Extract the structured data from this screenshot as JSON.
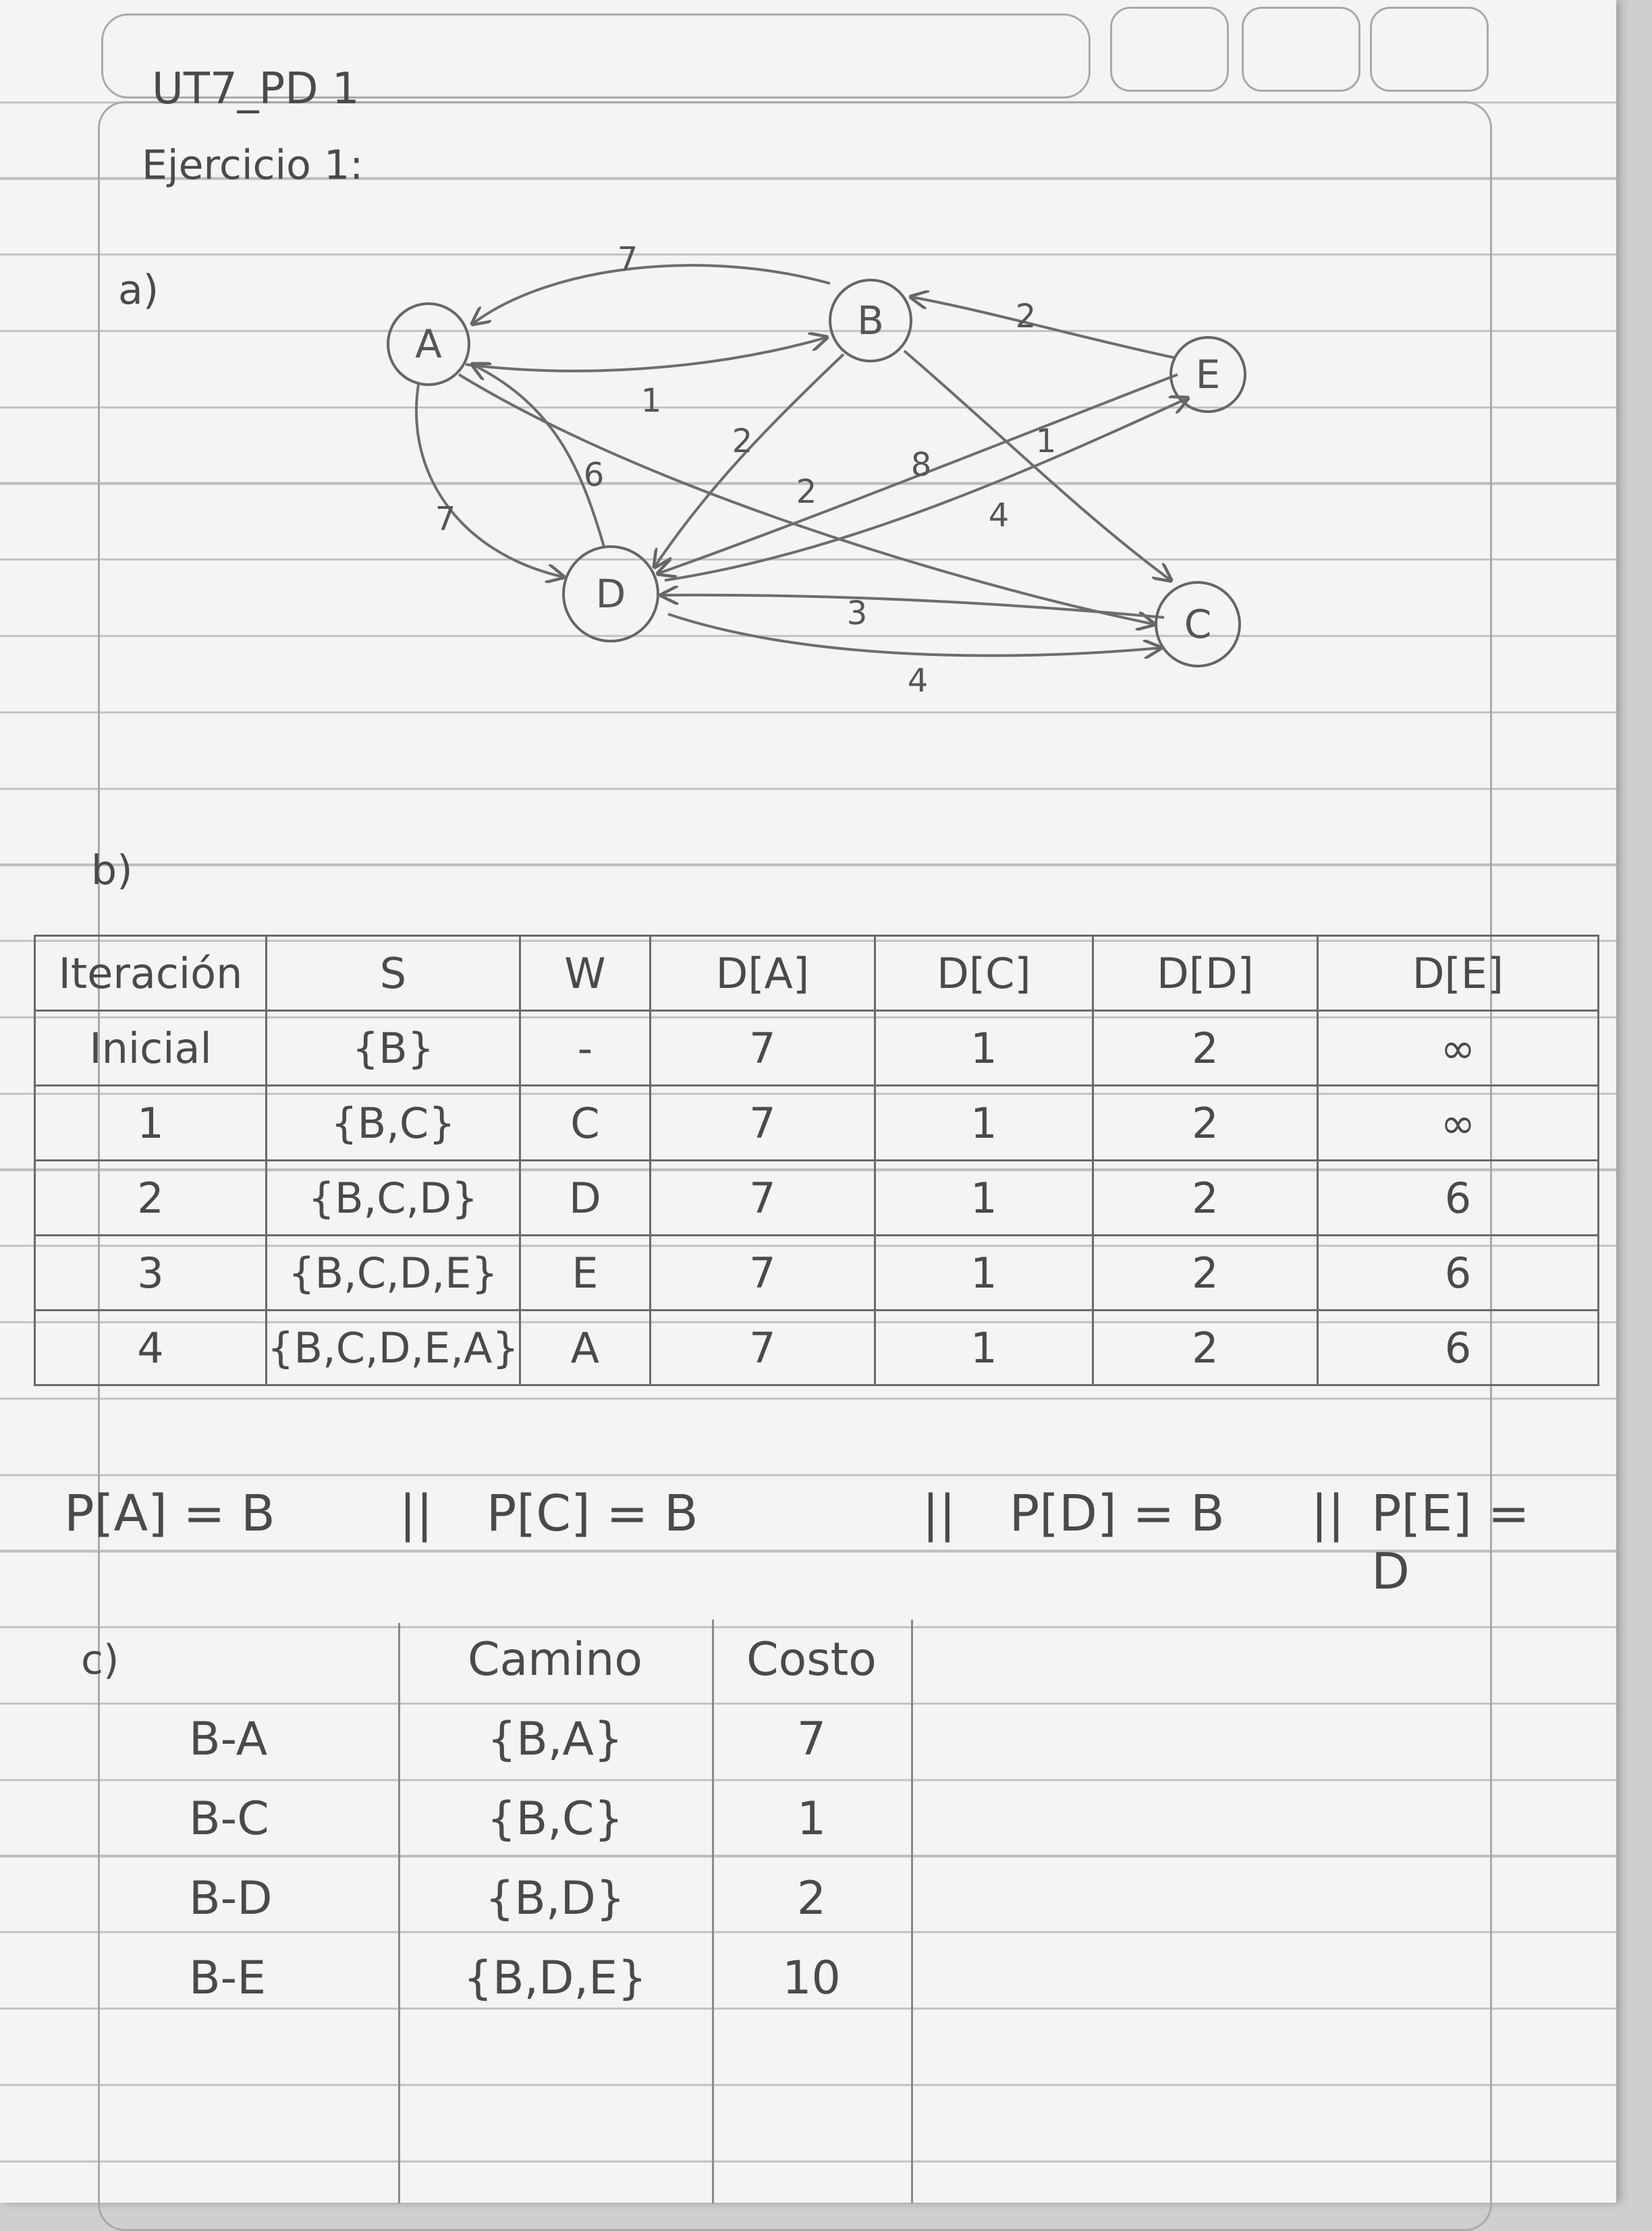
{
  "header": {
    "title": "UT7_PD 1",
    "subtitle": "Ejercicio 1:"
  },
  "parts": {
    "a": "a)",
    "b": "b)",
    "c": "c)"
  },
  "graph": {
    "nodes": [
      {
        "id": "A",
        "label": "A"
      },
      {
        "id": "B",
        "label": "B"
      },
      {
        "id": "E",
        "label": "E"
      },
      {
        "id": "D",
        "label": "D"
      },
      {
        "id": "C",
        "label": "C"
      }
    ],
    "edges": [
      {
        "from": "B",
        "to": "A",
        "weight": "7"
      },
      {
        "from": "E",
        "to": "B",
        "weight": "2"
      },
      {
        "from": "A",
        "to": "B",
        "weight": "1"
      },
      {
        "from": "B",
        "to": "D",
        "weight": "2"
      },
      {
        "from": "D",
        "to": "A",
        "weight": "6"
      },
      {
        "from": "A",
        "to": "D",
        "weight": "7"
      },
      {
        "from": "A",
        "to": "C",
        "weight": "2"
      },
      {
        "from": "E",
        "to": "D",
        "weight": "8"
      },
      {
        "from": "B",
        "to": "C",
        "weight": "1"
      },
      {
        "from": "D",
        "to": "E",
        "weight": "4"
      },
      {
        "from": "C",
        "to": "D",
        "weight": "3"
      },
      {
        "from": "D",
        "to": "C",
        "weight": "4"
      }
    ]
  },
  "iterations": {
    "headers": [
      "Iteración",
      "S",
      "W",
      "D[A]",
      "D[C]",
      "D[D]",
      "D[E]"
    ],
    "rows": [
      [
        "Inicial",
        "{B}",
        "-",
        "7",
        "1",
        "2",
        "∞"
      ],
      [
        "1",
        "{B,C}",
        "C",
        "7",
        "1",
        "2",
        "∞"
      ],
      [
        "2",
        "{B,C,D}",
        "D",
        "7",
        "1",
        "2",
        "6"
      ],
      [
        "3",
        "{B,C,D,E}",
        "E",
        "7",
        "1",
        "2",
        "6"
      ],
      [
        "4",
        "{B,C,D,E,A}",
        "A",
        "7",
        "1",
        "2",
        "6"
      ]
    ]
  },
  "predecessors": [
    "P[A] = B",
    "||",
    "P[C] = B",
    "||",
    "P[D] = B",
    "||",
    "P[E] = D"
  ],
  "paths": {
    "headers": [
      "",
      "Camino",
      "Costo"
    ],
    "rows": [
      [
        "B-A",
        "{B,A}",
        "7"
      ],
      [
        "B-C",
        "{B,C}",
        "1"
      ],
      [
        "B-D",
        "{B,D}",
        "2"
      ],
      [
        "B-E",
        "{B,D,E}",
        "10"
      ]
    ]
  }
}
